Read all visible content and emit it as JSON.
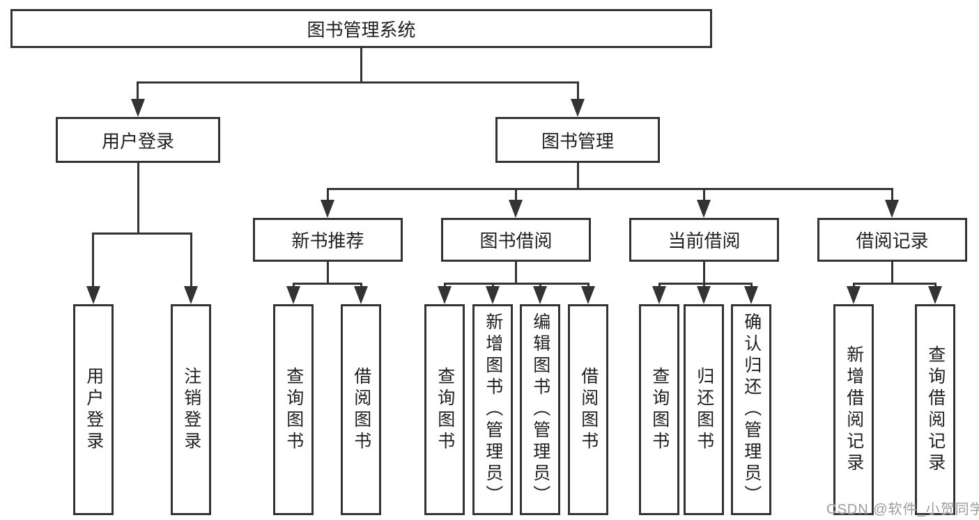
{
  "diagram": {
    "root": "图书管理系统",
    "level2": {
      "user_login": "用户登录",
      "book_management": "图书管理"
    },
    "level3": {
      "new_book_recommend": "新书推荐",
      "book_borrowing": "图书借阅",
      "current_borrowing": "当前借阅",
      "borrowing_records": "借阅记录"
    },
    "leaves": {
      "user_login": "用户登录",
      "logout": "注销登录",
      "rec_query_books": "查询图书",
      "rec_borrow_books": "借阅图书",
      "bor_query_books": "查询图书",
      "bor_add_books": "新增图书（管理员）",
      "bor_edit_books": "编辑图书（管理员）",
      "bor_borrow_books": "借阅图书",
      "cur_query_books": "查询图书",
      "cur_return_books": "归还图书",
      "cur_confirm_return": "确认归还（管理员）",
      "recd_add_record": "新增借阅记录",
      "recd_query_record": "查询借阅记录"
    },
    "watermark": "CSDN @软件_小贺同学",
    "colors": {
      "line": "#333333",
      "box_border": "#333333",
      "box_fill": "#ffffff",
      "text": "#1e1e1e",
      "watermark": "#9c9c9c",
      "background": "#ffffff"
    }
  }
}
